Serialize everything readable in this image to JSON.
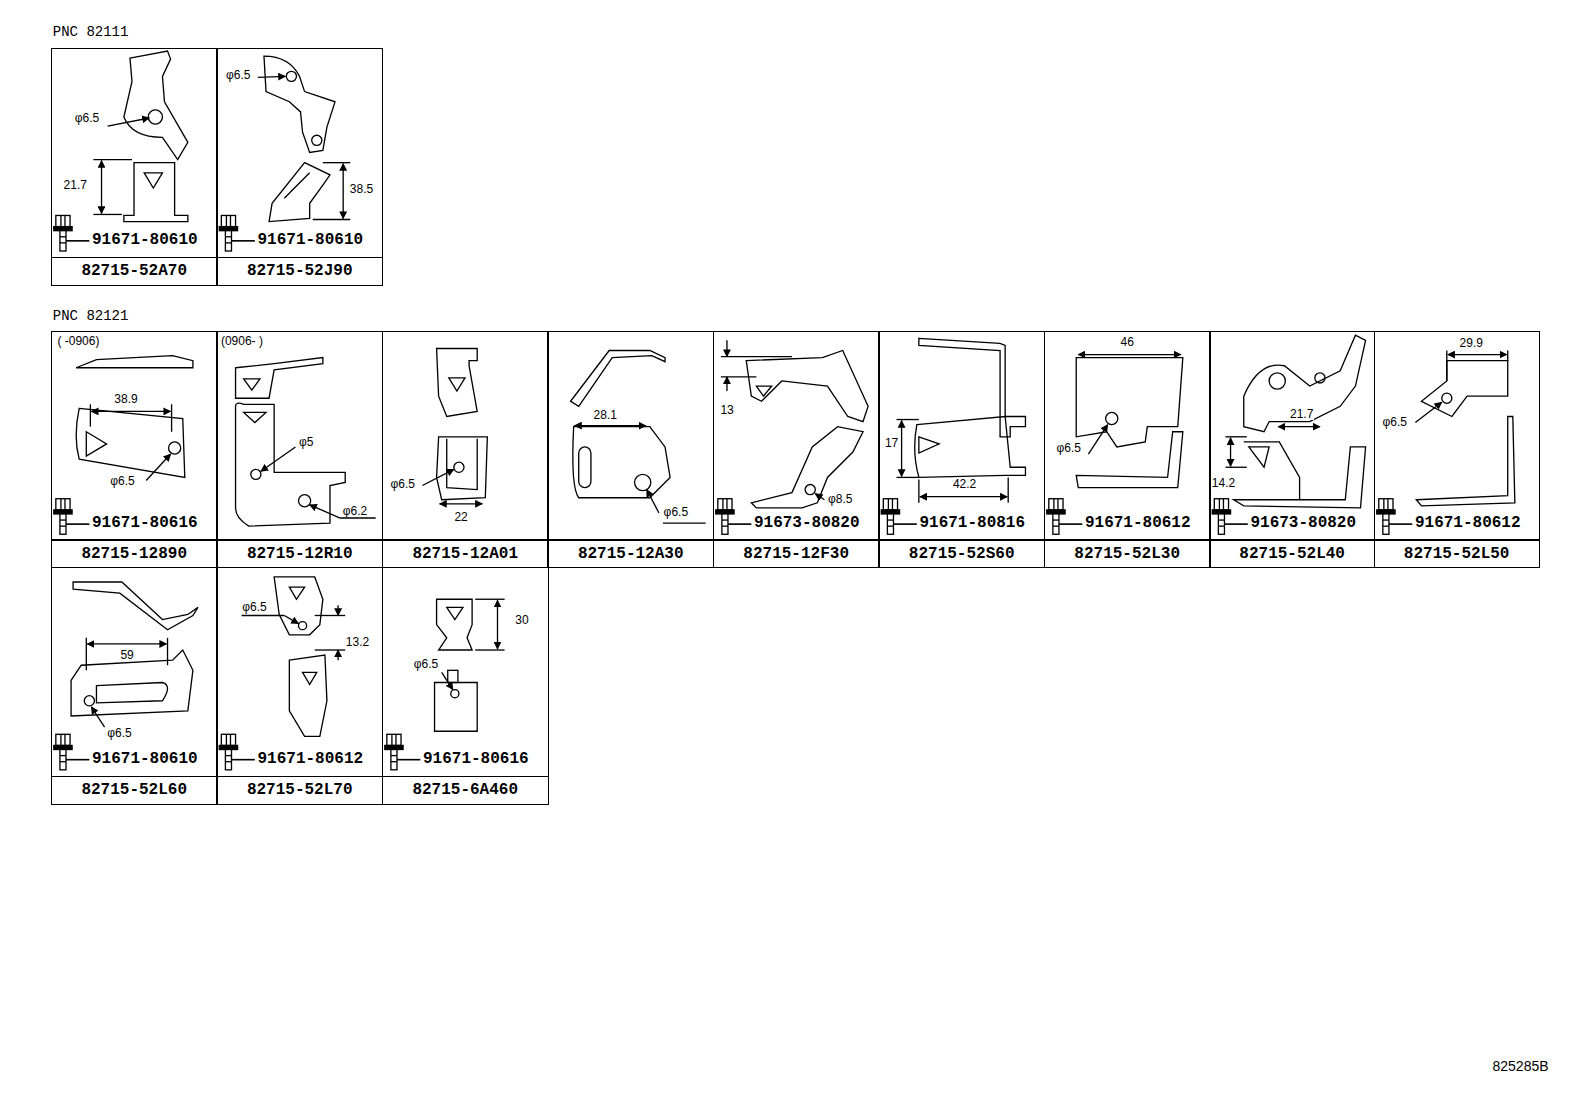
{
  "diagram": {
    "nodes": [
      {
        "text": [
          "φ6.5",
          "21.7",
          "91671-80610"
        ]
      },
      {
        "text": [
          "82715-52A70"
        ]
      },
      {
        "text": [
          "φ6.5",
          "38.5",
          "91671-80610"
        ]
      },
      {
        "text": [
          "82715-52J90"
        ]
      },
      {
        "text": [
          "( -0906)",
          "38.9",
          "φ6.5",
          "91671-80616"
        ]
      },
      {
        "text": [
          "82715-12890"
        ]
      },
      {
        "text": [
          "(0906- )",
          "φ5",
          "φ6.2"
        ]
      },
      {
        "text": [
          "82715-12R10"
        ]
      },
      {
        "text": [
          "φ6.5",
          "22"
        ]
      },
      {
        "text": [
          "82715-12A01"
        ]
      },
      {
        "text": [
          "28.1",
          "φ6.5"
        ]
      },
      {
        "text": [
          "82715-12A30"
        ]
      },
      {
        "text": [
          "13",
          "φ8.5",
          "91673-80820"
        ]
      },
      {
        "text": [
          "82715-12F30"
        ]
      },
      {
        "text": [
          "17",
          "42.2",
          "91671-80816"
        ]
      },
      {
        "text": [
          "82715-52S60"
        ]
      },
      {
        "text": [
          "46",
          "φ6.5",
          "91671-80612"
        ]
      },
      {
        "text": [
          "82715-52L30"
        ]
      },
      {
        "text": [
          "21.7",
          "14.2",
          "91673-80820"
        ]
      },
      {
        "text": [
          "82715-52L40"
        ]
      },
      {
        "text": [
          "29.9",
          "φ6.5",
          "91671-80612"
        ]
      },
      {
        "text": [
          "82715-52L50"
        ]
      },
      {
        "text": [
          "59",
          "φ6.5",
          "91671-80610"
        ]
      },
      {
        "text": [
          "82715-52L60"
        ]
      },
      {
        "text": [
          "φ6.5",
          "13.2",
          "91671-80612"
        ]
      },
      {
        "text": [
          "82715-52L70"
        ]
      },
      {
        "text": [
          "30",
          "φ6.5",
          "91671-80616"
        ]
      },
      {
        "text": [
          "82715-6A460"
        ]
      }
    ],
    "labels": [
      "PNC 82111",
      "PNC 82121",
      "825285B"
    ]
  }
}
